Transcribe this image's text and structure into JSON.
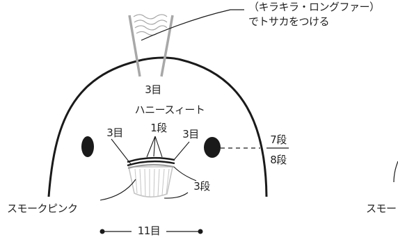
{
  "diagram": {
    "tuft_note": [
      "（キラキラ・ロングファー）",
      "でトサカをつける"
    ],
    "top_stitches": "3目",
    "color_main": "ハニースィート",
    "left_eye_stitches": "3目",
    "center_rows": "1段",
    "right_eye_stitches": "3目",
    "row_upper": "7段",
    "row_lower": "8段",
    "muzzle_rows": "3段",
    "color_muzzle": "スモークピンク",
    "bottom_stitches": "11目",
    "partial_label": "スモー"
  },
  "colors": {
    "outline": "#1a1a1a",
    "tuft": "#a8a8a8",
    "muzzle_fill": "#ffffff",
    "muzzle_stroke": "#c4c4c4"
  }
}
